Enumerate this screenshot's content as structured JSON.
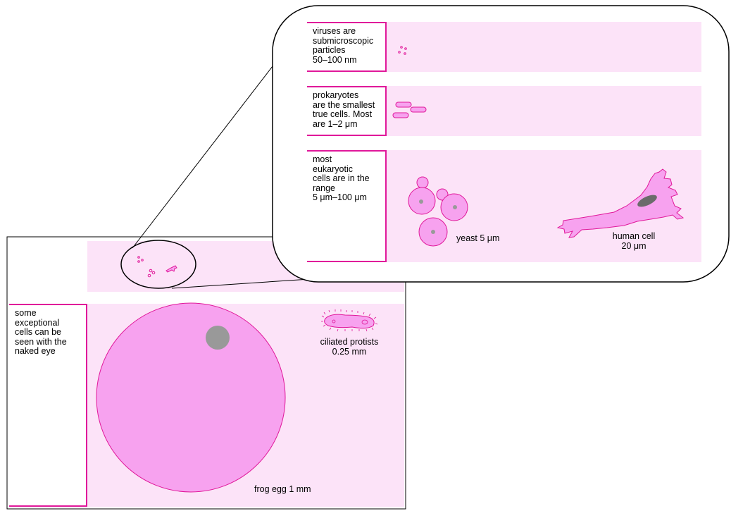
{
  "colors": {
    "band_fill": "#fce3f8",
    "cell_fill": "#f7a2ef",
    "cell_stroke": "#e0189a",
    "nucleus": "#999999",
    "human_nucleus": "#6b6b6b"
  },
  "rows": [
    {
      "id": "viruses",
      "label": "viruses are\nsubmicroscopic\nparticles\n50–100 nm"
    },
    {
      "id": "prokaryotes",
      "label": "prokaryotes\nare the smallest\ntrue cells. Most\nare 1–2 μm"
    },
    {
      "id": "eukaryotes",
      "label": "most\neukaryotic\ncells are in the\nrange\n5 μm–100 μm"
    },
    {
      "id": "exceptional",
      "label": "some\nexceptional\ncells can be\nseen with the\nnaked eye"
    }
  ],
  "captions": {
    "yeast": "yeast 5 μm",
    "human_line1": "human cell",
    "human_line2": "20 μm",
    "protist_line1": "ciliated protists",
    "protist_line2": "0.25 mm",
    "frog": "frog egg 1 mm"
  },
  "icons": [
    "virus-particles",
    "bacteria-rods",
    "yeast-cells",
    "human-cell",
    "frog-egg",
    "ciliated-protist",
    "magnifier-callout"
  ]
}
